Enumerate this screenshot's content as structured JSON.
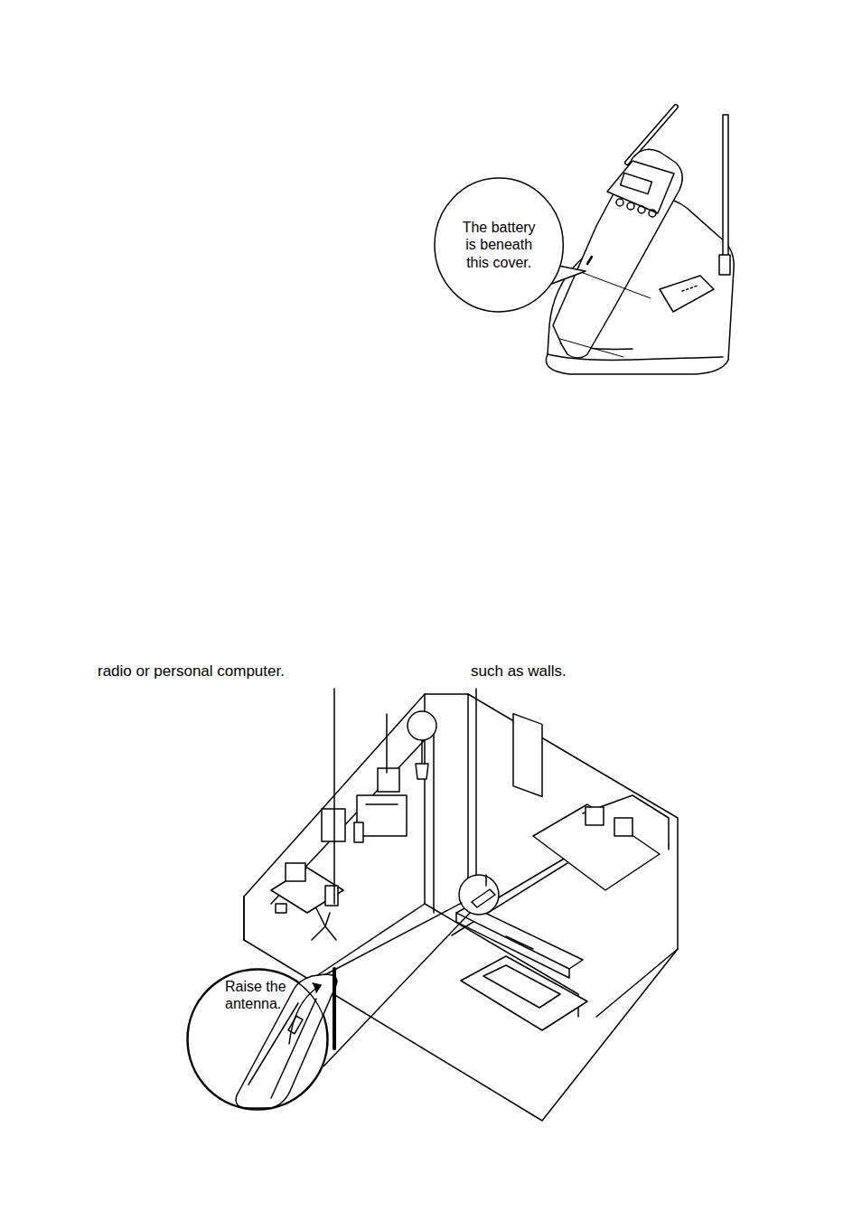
{
  "diagram": {
    "nodes": [
      {
        "text": [
          "The battery is beneath this cover."
        ]
      },
      {
        "text": [
          "Raise the antenna."
        ]
      }
    ],
    "labels": [
      "radio or personal computer.",
      "such as walls."
    ]
  }
}
